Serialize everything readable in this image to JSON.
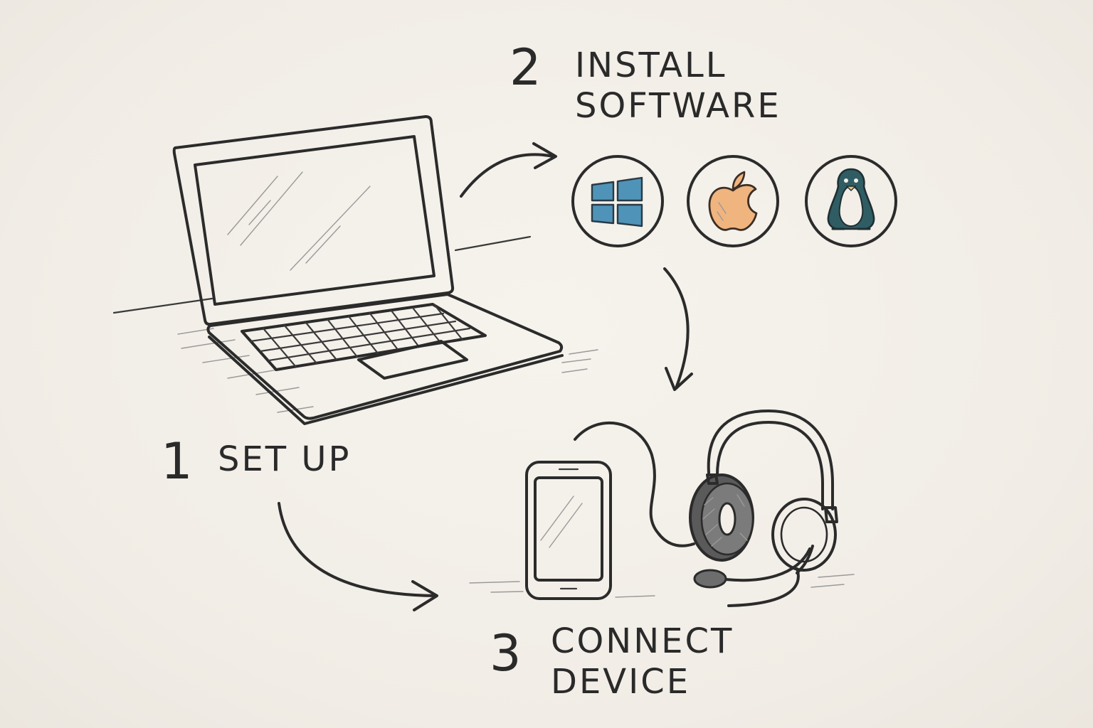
{
  "steps": [
    {
      "number": "1",
      "title_lines": [
        "SET UP"
      ]
    },
    {
      "number": "2",
      "title_lines": [
        "INSTALL",
        "SOFTWARE"
      ]
    },
    {
      "number": "3",
      "title_lines": [
        "CONNECT",
        "DEVICE"
      ]
    }
  ],
  "os_icons": [
    "windows-icon",
    "apple-icon",
    "linux-penguin-icon"
  ],
  "colors": {
    "background": "#f3efe8",
    "ink": "#2b2b2b",
    "windows_blue": "#4f93b8",
    "apple_orange": "#f0b47f",
    "linux_teal": "#2f5d63"
  }
}
